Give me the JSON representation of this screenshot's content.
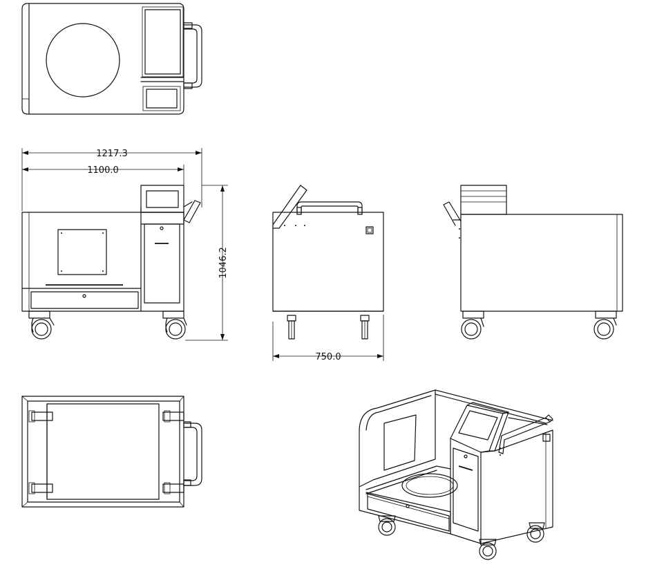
{
  "dimensions": {
    "overall_length": "1217.3",
    "body_length": "1100.0",
    "height": "1046.2",
    "depth": "750.0"
  }
}
